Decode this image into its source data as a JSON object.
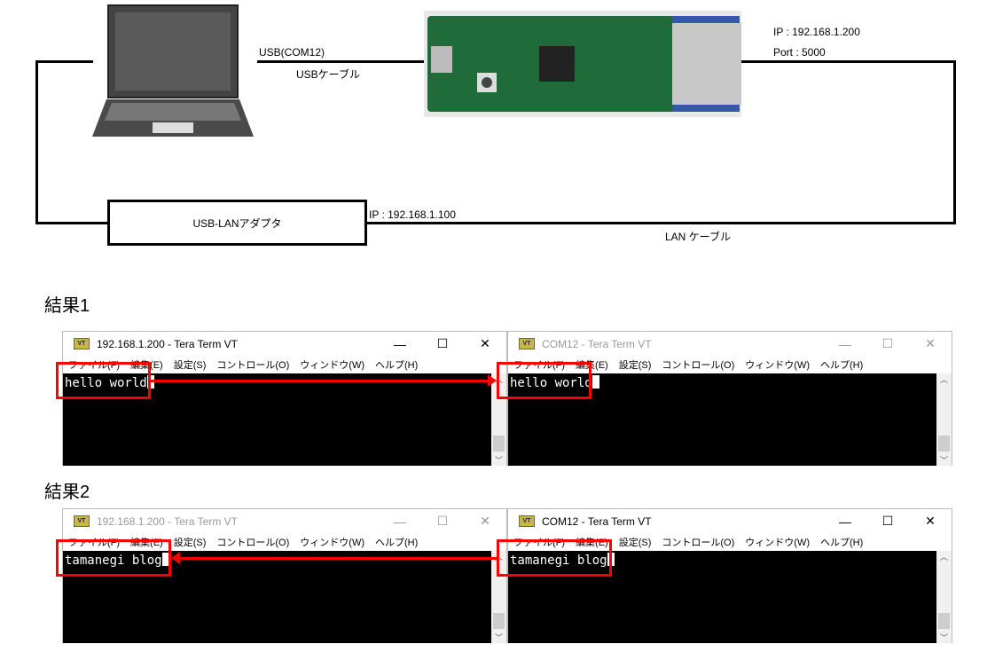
{
  "diagram": {
    "usb_port_label": "USB(COM12)",
    "usb_cable_label": "USBケーブル",
    "pico_ip": "IP : 192.168.1.200",
    "pico_port": "Port : 5000",
    "adapter_label": "USB-LANアダプタ",
    "adapter_ip": "IP : 192.168.1.100",
    "lan_cable_label": "LAN ケーブル"
  },
  "menu": [
    "ファイル(F)",
    "編集(E)",
    "設定(S)",
    "コントロール(O)",
    "ウィンドウ(W)",
    "ヘルプ(H)"
  ],
  "results": [
    {
      "heading": "結果1",
      "left": {
        "title": "192.168.1.200 - Tera Term VT",
        "text": "hello world",
        "active": true
      },
      "right": {
        "title": "COM12 - Tera Term VT",
        "text": "hello world",
        "active": false
      }
    },
    {
      "heading": "結果2",
      "left": {
        "title": "192.168.1.200 - Tera Term VT",
        "text": "tamanegi blog",
        "active": false
      },
      "right": {
        "title": "COM12 - Tera Term VT",
        "text": "tamanegi blog",
        "active": true
      }
    }
  ],
  "window_buttons": {
    "minimize": "—",
    "maximize": "☐",
    "close": "✕"
  },
  "app_icon": "VT"
}
